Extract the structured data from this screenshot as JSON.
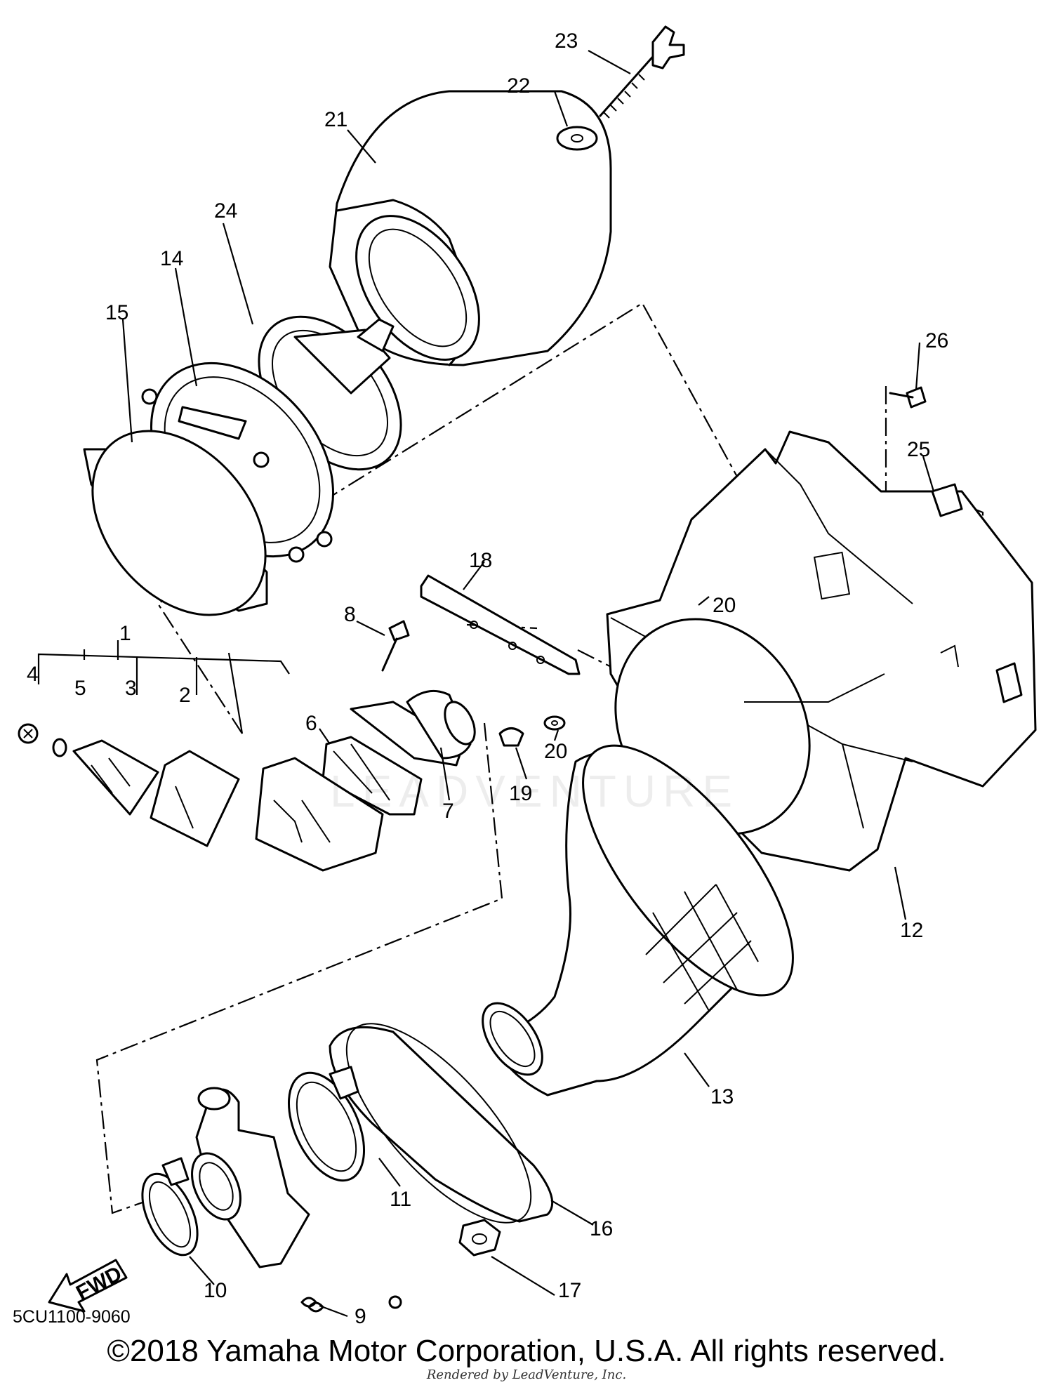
{
  "diagram": {
    "callouts": [
      "1",
      "2",
      "3",
      "4",
      "5",
      "6",
      "7",
      "8",
      "9",
      "10",
      "11",
      "12",
      "13",
      "14",
      "15",
      "16",
      "17",
      "18",
      "19",
      "20",
      "21",
      "22",
      "23",
      "24",
      "25",
      "26"
    ],
    "callout_20_second": "20",
    "fwd_label": "FWD",
    "diagram_code": "5CU1100-9060",
    "watermark": "LEADVENTURE"
  },
  "footer": {
    "copyright": "©2018 Yamaha Motor Corporation, U.S.A. All rights reserved.",
    "rendered_by": "Rendered by LeadVenture, Inc."
  }
}
